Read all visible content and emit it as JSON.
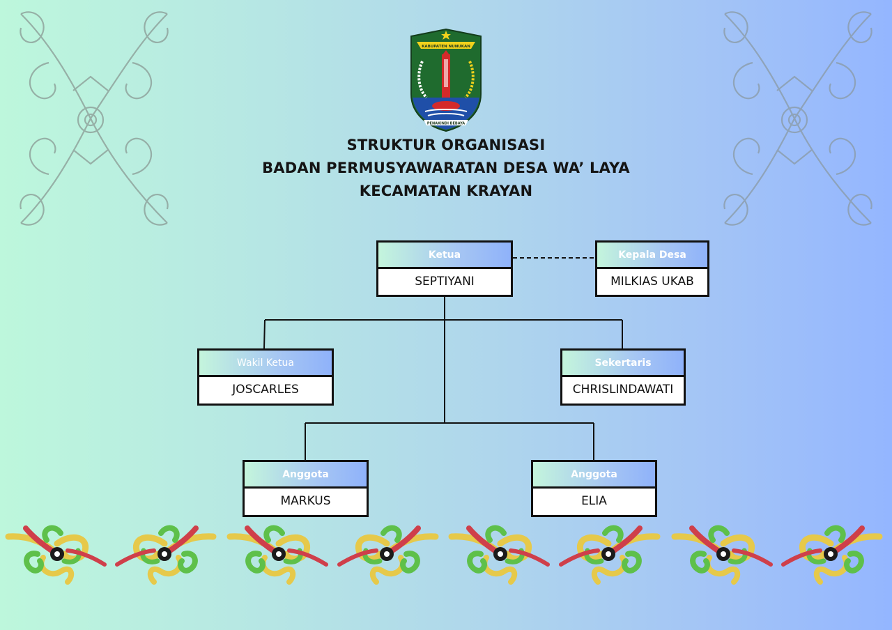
{
  "title": {
    "line1": "STRUKTUR ORGANISASI",
    "line2": "BADAN PERMUSYAWARATAN DESA WA’ LAYA",
    "line3": "KECAMATAN KRAYAN"
  },
  "emblem": {
    "banner_top": "KABUPATEN NUNUKAN",
    "banner_bottom": "PENAKINDI BEBAYA"
  },
  "org": {
    "ketua": {
      "role": "Ketua",
      "name": "SEPTIYANI"
    },
    "kepala_desa": {
      "role": "Kepala Desa",
      "name": "MILKIAS UKAB"
    },
    "wakil_ketua": {
      "role": "Wakil Ketua",
      "name": "JOSCARLES"
    },
    "sekertaris": {
      "role": "Sekertaris",
      "name": "CHRISLINDAWATI"
    },
    "anggota_1": {
      "role": "Anggota",
      "name": "MARKUS"
    },
    "anggota_2": {
      "role": "Anggota",
      "name": "ELIA"
    }
  },
  "colors": {
    "box_header_start": "#c4f5dc",
    "box_header_end": "#8fb2fa",
    "border": "#111111",
    "emblem_green": "#1f6b2e",
    "emblem_blue": "#1f4fa8",
    "emblem_red": "#d42a2a",
    "emblem_yellow": "#f2d21c"
  },
  "icons": [
    "dayak-ornament-icon",
    "kabupaten-nunukan-emblem",
    "hornbill-motif-icon"
  ]
}
